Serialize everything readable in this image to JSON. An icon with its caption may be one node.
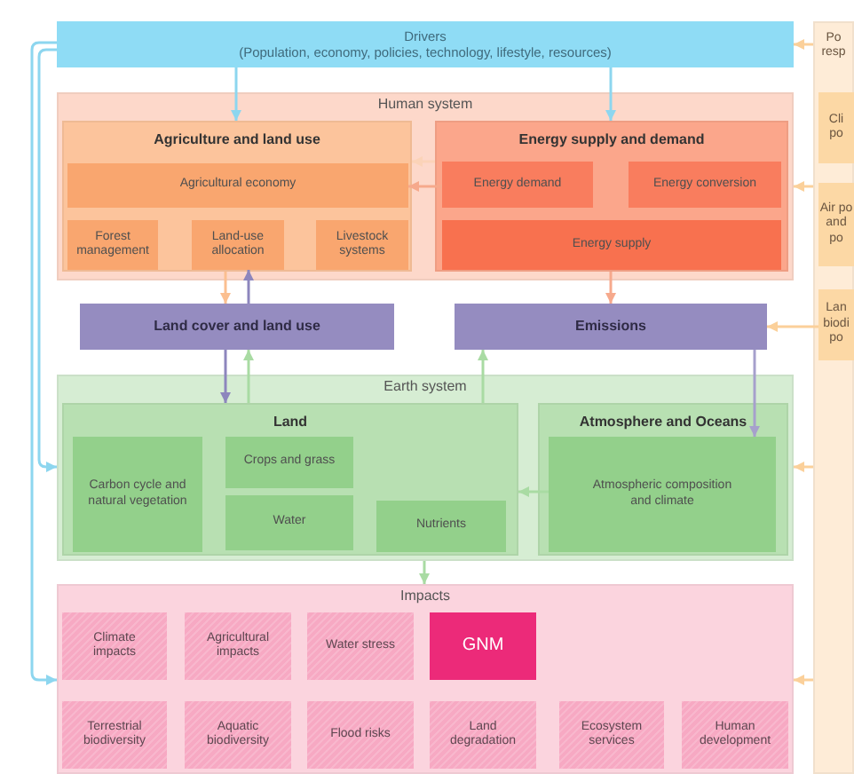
{
  "diagram": {
    "nodes": [
      {
        "text": [
          "Drivers",
          "(Population, economy, policies, technology, lifestyle, resources)"
        ]
      },
      {
        "text": [
          "Po resp"
        ]
      },
      {
        "text": [
          "Cli po"
        ],
        "in": 1
      },
      {
        "text": [
          "Air po and po"
        ],
        "in": 1
      },
      {
        "text": [
          "Lan biodi po"
        ],
        "in": 1
      },
      {
        "text": [
          "Human system"
        ]
      },
      {
        "text": [
          "Agriculture and land use"
        ],
        "in": 5
      },
      {
        "text": [
          "Agricultural economy"
        ],
        "in": 6
      },
      {
        "text": [
          "Forest management"
        ],
        "in": 6
      },
      {
        "text": [
          "Land-use allocation"
        ],
        "in": 6
      },
      {
        "text": [
          "Livestock systems"
        ],
        "in": 6
      },
      {
        "text": [
          "Energy supply and demand"
        ],
        "in": 5
      },
      {
        "text": [
          "Energy demand"
        ],
        "in": 11
      },
      {
        "text": [
          "Energy conversion"
        ],
        "in": 11
      },
      {
        "text": [
          "Energy supply"
        ],
        "in": 11
      },
      {
        "text": [
          "Land cover and land use"
        ]
      },
      {
        "text": [
          "Emissions"
        ]
      },
      {
        "text": [
          "Earth system"
        ]
      },
      {
        "text": [
          "Land"
        ],
        "in": 17
      },
      {
        "text": [
          "Carbon cycle and natural vegetation"
        ],
        "in": 18
      },
      {
        "text": [
          "Crops and grass"
        ],
        "in": 18
      },
      {
        "text": [
          "Water"
        ],
        "in": 18
      },
      {
        "text": [
          "Nutrients"
        ],
        "in": 18
      },
      {
        "text": [
          "Atmosphere and Oceans"
        ],
        "in": 17
      },
      {
        "text": [
          "Atmospheric composition and climate"
        ],
        "in": 23
      },
      {
        "text": [
          "Impacts"
        ]
      },
      {
        "text": [
          "Climate impacts"
        ],
        "in": 25
      },
      {
        "text": [
          "Agricultural impacts"
        ],
        "in": 25
      },
      {
        "text": [
          "Water stress"
        ],
        "in": 25
      },
      {
        "text": [
          "GNM"
        ],
        "in": 25
      },
      {
        "text": [
          "Terrestrial biodiversity"
        ],
        "in": 25
      },
      {
        "text": [
          "Aquatic biodiversity"
        ],
        "in": 25
      },
      {
        "text": [
          "Flood risks"
        ],
        "in": 25
      },
      {
        "text": [
          "Land degradation"
        ],
        "in": 25
      },
      {
        "text": [
          "Ecosystem services"
        ],
        "in": 25
      },
      {
        "text": [
          "Human development"
        ],
        "in": 25
      }
    ],
    "edges": [
      {
        "from": 0,
        "to": 6,
        "arrow": "to",
        "color": "#8dd6ef"
      },
      {
        "from": 0,
        "to": 11,
        "arrow": "to",
        "color": "#8dd6ef"
      },
      {
        "from": 0,
        "to": 17,
        "arrow": "to",
        "color": "#8dd6ef"
      },
      {
        "from": 0,
        "to": 25,
        "arrow": "to",
        "color": "#8dd6ef"
      },
      {
        "from": 11,
        "to": 6,
        "arrow": "to",
        "color": "#fbd3b8"
      },
      {
        "from": 12,
        "to": 7,
        "arrow": "to",
        "color": "#f6a98c"
      },
      {
        "from": 6,
        "to": 15,
        "arrow": "to",
        "color": "#fbbf90"
      },
      {
        "from": 15,
        "to": 9,
        "arrow": "to",
        "color": "#8d86bd"
      },
      {
        "from": 11,
        "to": 16,
        "arrow": "to",
        "color": "#f6a98c"
      },
      {
        "from": 1,
        "to": 0,
        "arrow": "to"
      },
      {
        "from": 1,
        "to": 5,
        "arrow": "to"
      },
      {
        "from": 4,
        "to": 16,
        "arrow": "to"
      },
      {
        "from": 1,
        "to": 17,
        "arrow": "to"
      },
      {
        "from": 1,
        "to": 25,
        "arrow": "to"
      },
      {
        "from": 15,
        "to": 18,
        "arrow": "to",
        "color": "#8d86bd"
      },
      {
        "from": 18,
        "to": 15,
        "arrow": "to",
        "color": "#a9dba3"
      },
      {
        "from": 18,
        "to": 16,
        "arrow": "to",
        "color": "#a9dba3"
      },
      {
        "from": 16,
        "to": 24,
        "arrow": "to",
        "color": "#a6a0cc"
      },
      {
        "from": 24,
        "to": 18,
        "arrow": "to",
        "color": "#a9dba3"
      },
      {
        "from": 17,
        "to": 25,
        "arrow": "to",
        "color": "#a9dba3"
      }
    ]
  }
}
